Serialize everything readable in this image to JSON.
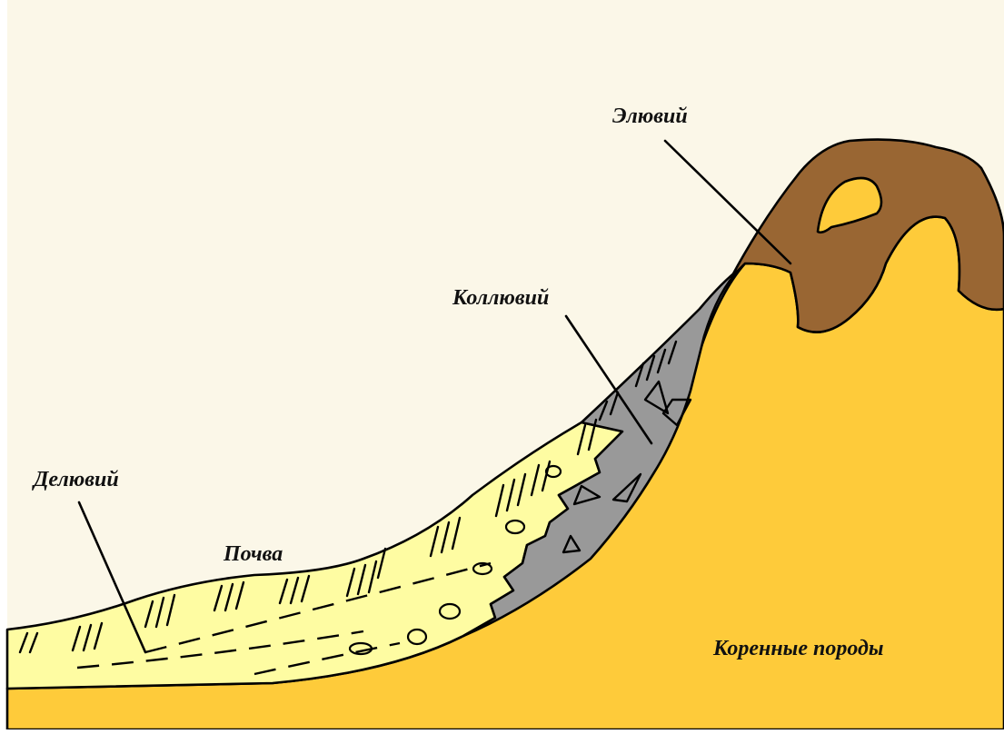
{
  "labels": {
    "eluvium": "Элювий",
    "colluvium": "Коллювий",
    "deluvium": "Делювий",
    "soil": "Почва",
    "bedrock": "Коренные породы"
  },
  "colors": {
    "sky": "#fbf7e8",
    "bedrock": "#fecb3a",
    "deluvium": "#fefca2",
    "colluvium": "#999999",
    "eluvium": "#996633"
  }
}
